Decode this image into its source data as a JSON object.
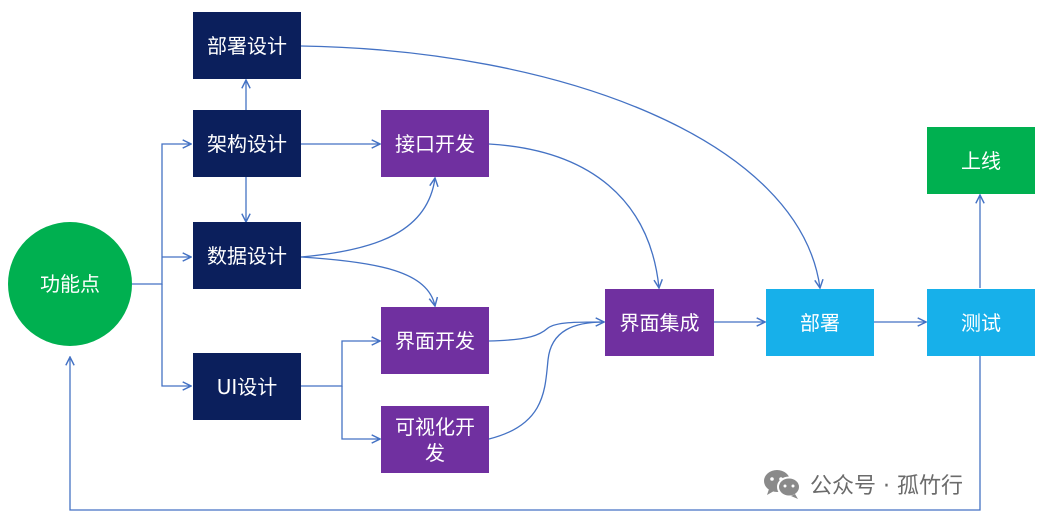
{
  "nodes": {
    "feature_point": "功能点",
    "deploy_design": "部署设计",
    "arch_design": "架构设计",
    "data_design": "数据设计",
    "ui_design": "UI设计",
    "api_dev": "接口开发",
    "ui_dev": "界面开发",
    "viz_dev": "可视化开发",
    "ui_integration": "界面集成",
    "deploy": "部署",
    "test": "测试",
    "go_live": "上线"
  },
  "watermark": {
    "text": "公众号 · 孤竹行",
    "icon": "wechat-icon"
  },
  "colors": {
    "design": "#0b1f5c",
    "dev": "#7030a0",
    "release": "#17b0ea",
    "start_end": "#00b050",
    "edge": "#4472c4"
  }
}
